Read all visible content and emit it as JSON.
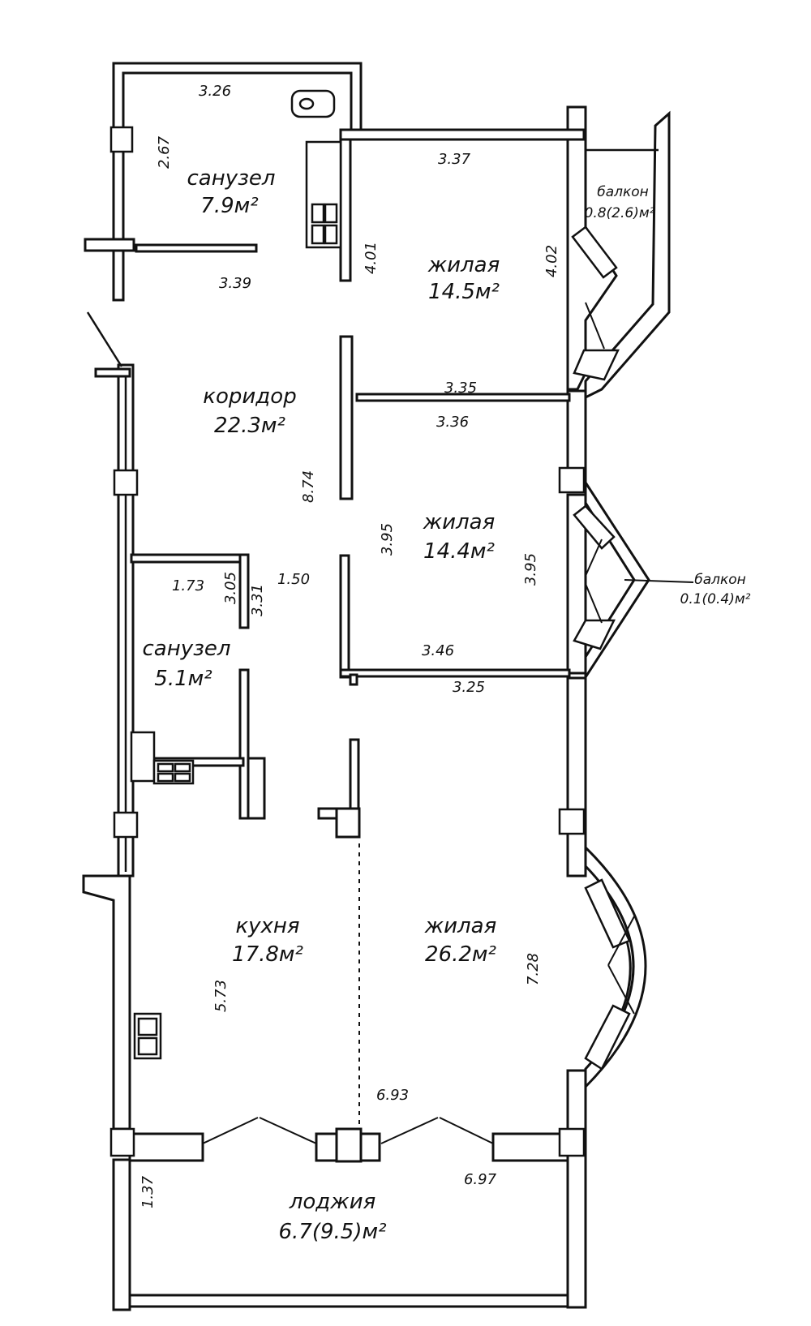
{
  "rooms": {
    "bath_top": {
      "name": "санузел",
      "area": "7.9м²"
    },
    "living_top": {
      "name": "жилая",
      "area": "14.5м²"
    },
    "corridor": {
      "name": "коридор",
      "area": "22.3м²"
    },
    "living_mid": {
      "name": "жилая",
      "area": "14.4м²"
    },
    "bath_mid": {
      "name": "санузел",
      "area": "5.1м²"
    },
    "kitchen": {
      "name": "кухня",
      "area": "17.8м²"
    },
    "living_big": {
      "name": "жилая",
      "area": "26.2м²"
    },
    "loggia": {
      "name": "лоджия",
      "area": "6.7(9.5)м²"
    }
  },
  "balconies": {
    "top": {
      "name": "балкон",
      "area": "0.8(2.6)м²"
    },
    "mid": {
      "name": "балкон",
      "area": "0.1(0.4)м²"
    }
  },
  "dims": {
    "d326": "3.26",
    "d267": "2.67",
    "d339": "3.39",
    "d337": "3.37",
    "d401": "4.01",
    "d402": "4.02",
    "d335": "3.35",
    "d336": "3.36",
    "d874": "8.74",
    "d395a": "3.95",
    "d395b": "3.95",
    "d173": "1.73",
    "d305": "3.05",
    "d331": "3.31",
    "d150": "1.50",
    "d346": "3.46",
    "d325": "3.25",
    "d573": "5.73",
    "d728": "7.28",
    "d693": "6.93",
    "d697": "6.97",
    "d137": "1.37"
  }
}
